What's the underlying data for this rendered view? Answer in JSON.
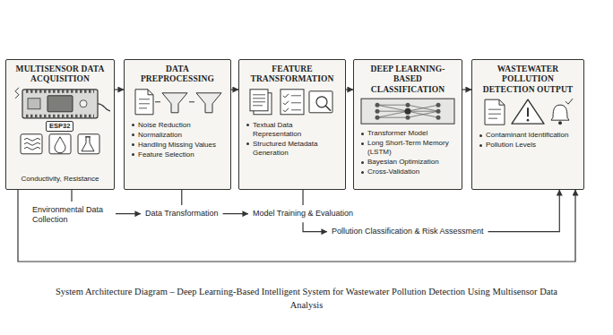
{
  "diagram": {
    "caption": "System Architecture Diagram – Deep Learning-Based Intelligent System for Wastewater Pollution Detection Using Multisensor Data Analysis",
    "nodes": [
      {
        "text": [
          "MULTISENSOR DATA ACQUISITION",
          "Conductivity, Resistance"
        ]
      },
      {
        "text": [
          "DATA PREPROCESSING",
          "Noise Reduction",
          "Normalization",
          "Handling Missing Values",
          "Feature Selection"
        ]
      },
      {
        "text": [
          "FEATURE TRANSFORMATION",
          "Textual Data Representation",
          "Structured Metadata Generation"
        ]
      },
      {
        "text": [
          "DEEP LEARNING-BASED CLASSIFICATION",
          "Transformer Model",
          "Long Short-Term Memory (LSTM)",
          "Bayesian Optimization",
          "Cross-Validation"
        ]
      },
      {
        "text": [
          "WASTEWATER POLLUTION DETECTION OUTPUT",
          "Contaminant Identification",
          "Pollution Levels"
        ]
      },
      {
        "text": [
          "Environmental Data Collection"
        ]
      },
      {
        "text": [
          "Data Transformation"
        ]
      },
      {
        "text": [
          "Model Training & Evaluation"
        ]
      },
      {
        "text": [
          "Pollution Classification & Risk Assessment"
        ]
      }
    ],
    "edges": [
      {
        "from": 0,
        "to": 1,
        "arrow": "to"
      },
      {
        "from": 1,
        "to": 2,
        "arrow": "to"
      },
      {
        "from": 2,
        "to": 3,
        "arrow": "to"
      },
      {
        "from": 3,
        "to": 4,
        "arrow": "to"
      },
      {
        "from": 5,
        "to": 6,
        "arrow": "to"
      },
      {
        "from": 6,
        "to": 7,
        "arrow": "to"
      },
      {
        "from": 7,
        "to": 8,
        "arrow": "to"
      },
      {
        "from": 8,
        "to": 4,
        "arrow": "to"
      },
      {
        "from": 0,
        "to": 5,
        "arrow": "none"
      },
      {
        "from": 1,
        "to": 6,
        "arrow": "none"
      },
      {
        "from": 2,
        "to": 7,
        "arrow": "none"
      },
      {
        "from": 0,
        "to": 4,
        "arrow": "to"
      }
    ],
    "labels": [
      "ESP32"
    ]
  }
}
